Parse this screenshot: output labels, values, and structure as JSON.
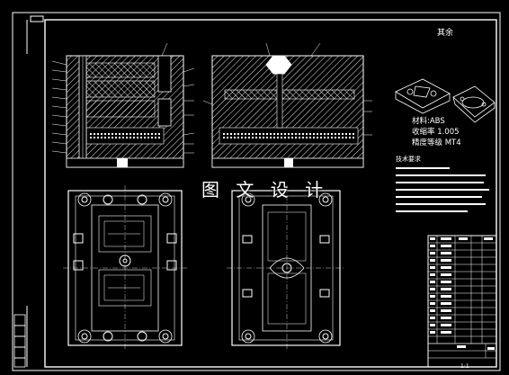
{
  "watermark": "图 文 设 计",
  "surface_roughness": "其余",
  "specs": {
    "material": "材料:ABS",
    "shrinkage": "收缩率 1.005",
    "grade": "精度等级 MT4"
  },
  "notes_title": "技术要求",
  "scale": "1:1",
  "colors": {
    "background": "#000000",
    "line": "#ffffff",
    "frame": "#ffffff"
  }
}
